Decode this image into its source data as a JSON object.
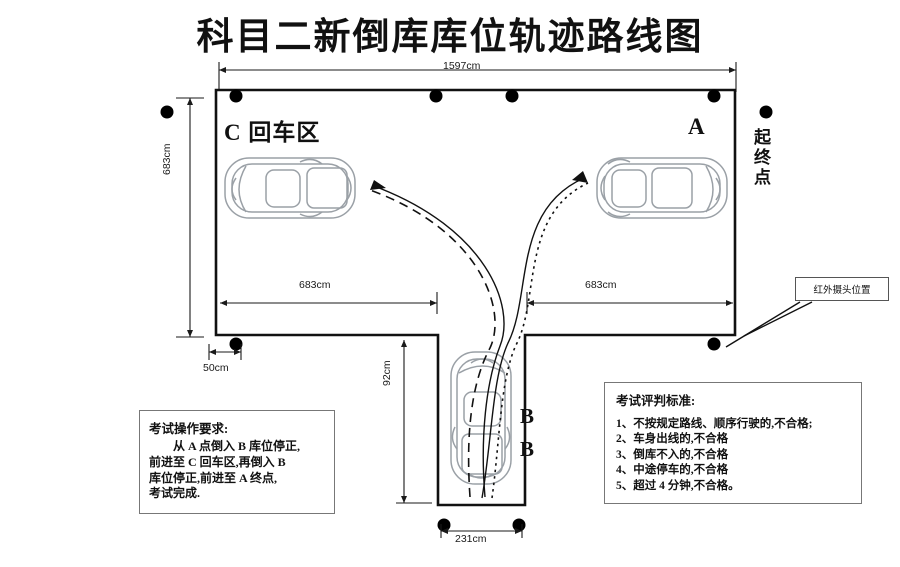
{
  "title": "科目二新倒库库位轨迹路线图",
  "diagram": {
    "zones": {
      "c_label": "C 回车区",
      "a_label": "A",
      "b_label_1": "B",
      "b_label_2": "B",
      "start_end_vertical": "起终点"
    },
    "dimensions": {
      "top_width": "1597cm",
      "left_height": "683cm",
      "left_segment": "683cm",
      "right_segment": "683cm",
      "offset_small": "50cm",
      "bay_depth": "92cm",
      "bay_width": "231cm"
    },
    "callout": {
      "camera_position": "红外摄头位置"
    }
  },
  "operation_box": {
    "title": "考试操作要求:",
    "lines": [
      "从 A 点倒入 B 库位停正,",
      "前进至 C 回车区,再倒入 B",
      "库位停正,前进至 A 终点,",
      "考试完成."
    ]
  },
  "criteria_box": {
    "title": "考试评判标准:",
    "items": [
      "1、不按规定路线、顺序行驶的,不合格;",
      "2、车身出线的,不合格",
      "3、倒库不入的,不合格",
      "4、中途停车的,不合格",
      "5、超过 4 分钟,不合格。"
    ]
  },
  "colors": {
    "ink": "#111111",
    "line": "#1a1a1a",
    "marker": "#000000",
    "car_outline": "#9aa0a6",
    "box_border": "#777777"
  }
}
